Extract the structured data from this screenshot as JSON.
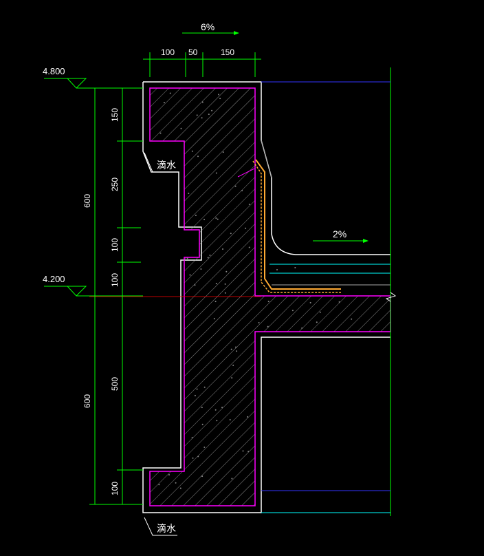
{
  "colors": {
    "background": "#000000",
    "dimension": "#00ff00",
    "concrete_outline": "#ffffff",
    "inner_outline": "#ff00ff",
    "hatch": "#bbbbbb",
    "waterproof": "#ffaa33",
    "cyan_line": "#00ffff",
    "blue_line": "#3333ff",
    "red_line": "#ff0000",
    "label_text": "#ffffff"
  },
  "slopes": {
    "top": "6%",
    "floor": "2%"
  },
  "elevations": {
    "top": "4.800",
    "floor": "4.200"
  },
  "top_dims": [
    "100",
    "50",
    "150"
  ],
  "left_dims": {
    "upper_total": "600",
    "upper_segments": [
      "150",
      "250",
      "100",
      "100"
    ],
    "lower_total": "600",
    "lower_segments": [
      "500",
      "100"
    ]
  },
  "drip_labels": {
    "upper": "滴水",
    "lower": "滴水"
  }
}
